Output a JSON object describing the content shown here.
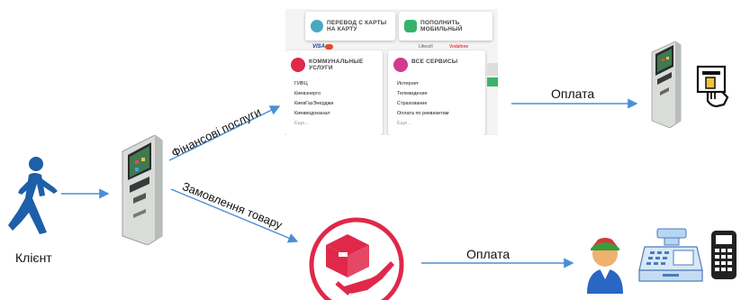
{
  "diagram": {
    "client_label": "Клієнт",
    "financial_label": "Фінансові послуги",
    "order_label": "Замовлення товару",
    "payment_top_label": "Оплата",
    "payment_bottom_label": "Оплата"
  },
  "kiosk_screen": {
    "transfer_card": "ПЕРЕВОД С КАРТЫ НА КАРТУ",
    "topup_card": "ПОПОЛНИТЬ МОБИЛЬНЫЙ",
    "utilities_title": "КОММУНАЛЬНЫЕ УСЛУГИ",
    "utilities_items": [
      "ГИВЦ",
      "Киевэнерго",
      "КиевГазЭнерджи",
      "Киевводоканал",
      "Еще..."
    ],
    "all_services_title": "ВСЕ СЕРВИСЫ",
    "all_services_items": [
      "Интернет",
      "Телевидение",
      "Страхование",
      "Оплата по реквизитам",
      "Еще..."
    ],
    "card_logos": [
      "VISA",
      "Lifecell",
      "Vodafone"
    ]
  },
  "colors": {
    "arrow": "#4a8fd6",
    "accent_red": "#e0284a",
    "person_blue": "#1d5fa8",
    "kiosk_body": "#d9dcd8"
  }
}
